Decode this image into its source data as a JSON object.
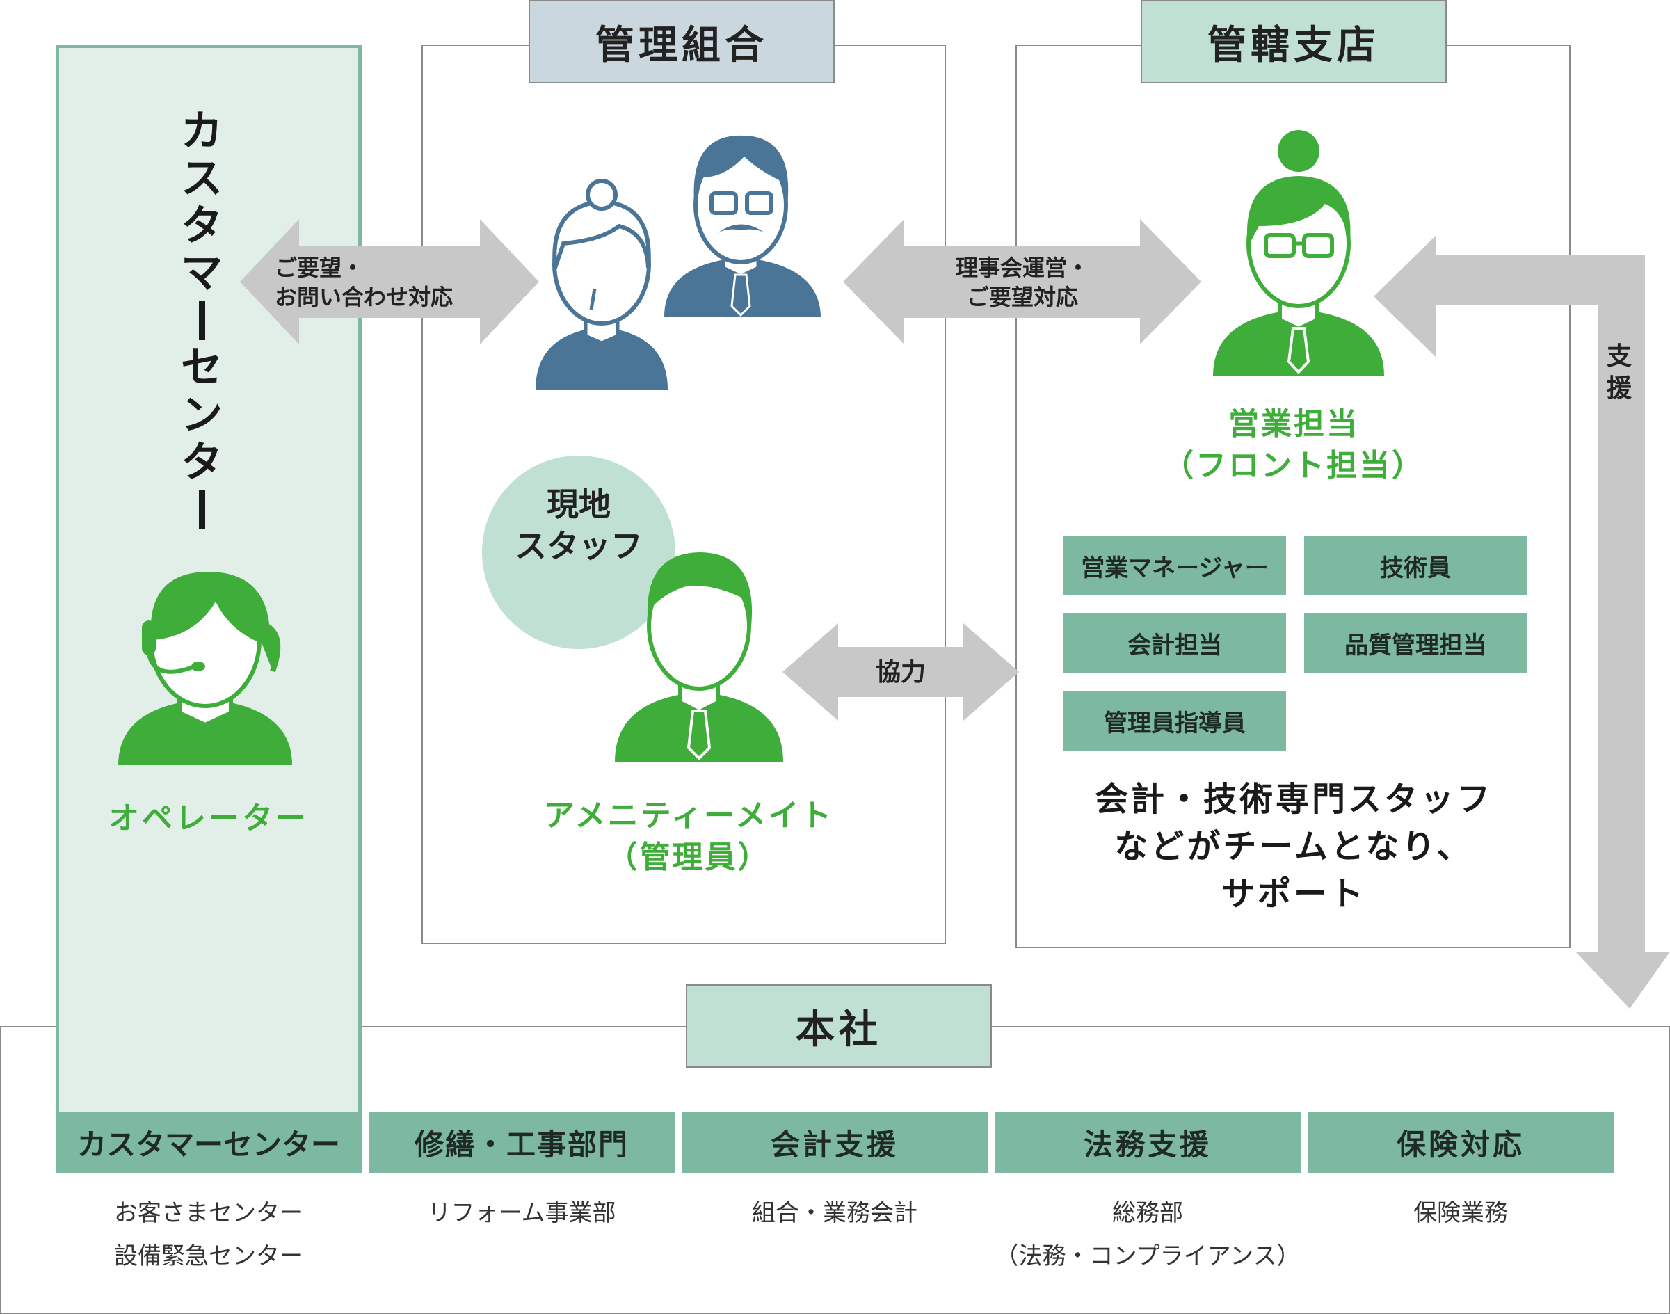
{
  "groups": {
    "kanri_kumiai": "管理組合",
    "kankatsu_shiten": "管轄支店",
    "honsha": "本社"
  },
  "customer_center": {
    "vertical_label": [
      "カ",
      "ス",
      "タ",
      "マ",
      "ー",
      "セ",
      "ン",
      "タ",
      "ー"
    ],
    "person_label": "オペレーター"
  },
  "kumiai": {
    "local_staff_badge": [
      "現地",
      "スタッフ"
    ],
    "amenity_label": [
      "アメニティーメイト",
      "（管理員）"
    ]
  },
  "shiten": {
    "sales_label": [
      "営業担当",
      "（フロント担当）"
    ],
    "staff_tiles": [
      "営業マネージャー",
      "技術員",
      "会計担当",
      "品質管理担当",
      "管理員指導員"
    ],
    "support_text": [
      "会計・技術専門スタッフ",
      "などがチームとなり、",
      "サポート"
    ]
  },
  "arrows": {
    "request_inquiry": [
      "ご要望・",
      "お問い合わせ対応"
    ],
    "board_operation": [
      "理事会運営・",
      "ご要望対応"
    ],
    "cooperation": "協力",
    "support": [
      "支",
      "援"
    ]
  },
  "departments": [
    {
      "name": "カスタマーセンター",
      "subs": [
        "お客さまセンター",
        "設備緊急センター"
      ]
    },
    {
      "name": "修繕・工事部門",
      "subs": [
        "リフォーム事業部"
      ]
    },
    {
      "name": "会計支援",
      "subs": [
        "組合・業務会計"
      ]
    },
    {
      "name": "法務支援",
      "subs": [
        "総務部",
        "（法務・コンプライアンス）"
      ]
    },
    {
      "name": "保険対応",
      "subs": [
        "保険業務"
      ]
    }
  ],
  "colors": {
    "green": "#3fad3a",
    "blue": "#4b7597",
    "teal_tile": "#7db9a0",
    "panel_bg": "#e2efe9",
    "header_blue": "#cbd7df",
    "header_green": "#bfe0d3",
    "arrow_gray": "#c8c8c8"
  }
}
